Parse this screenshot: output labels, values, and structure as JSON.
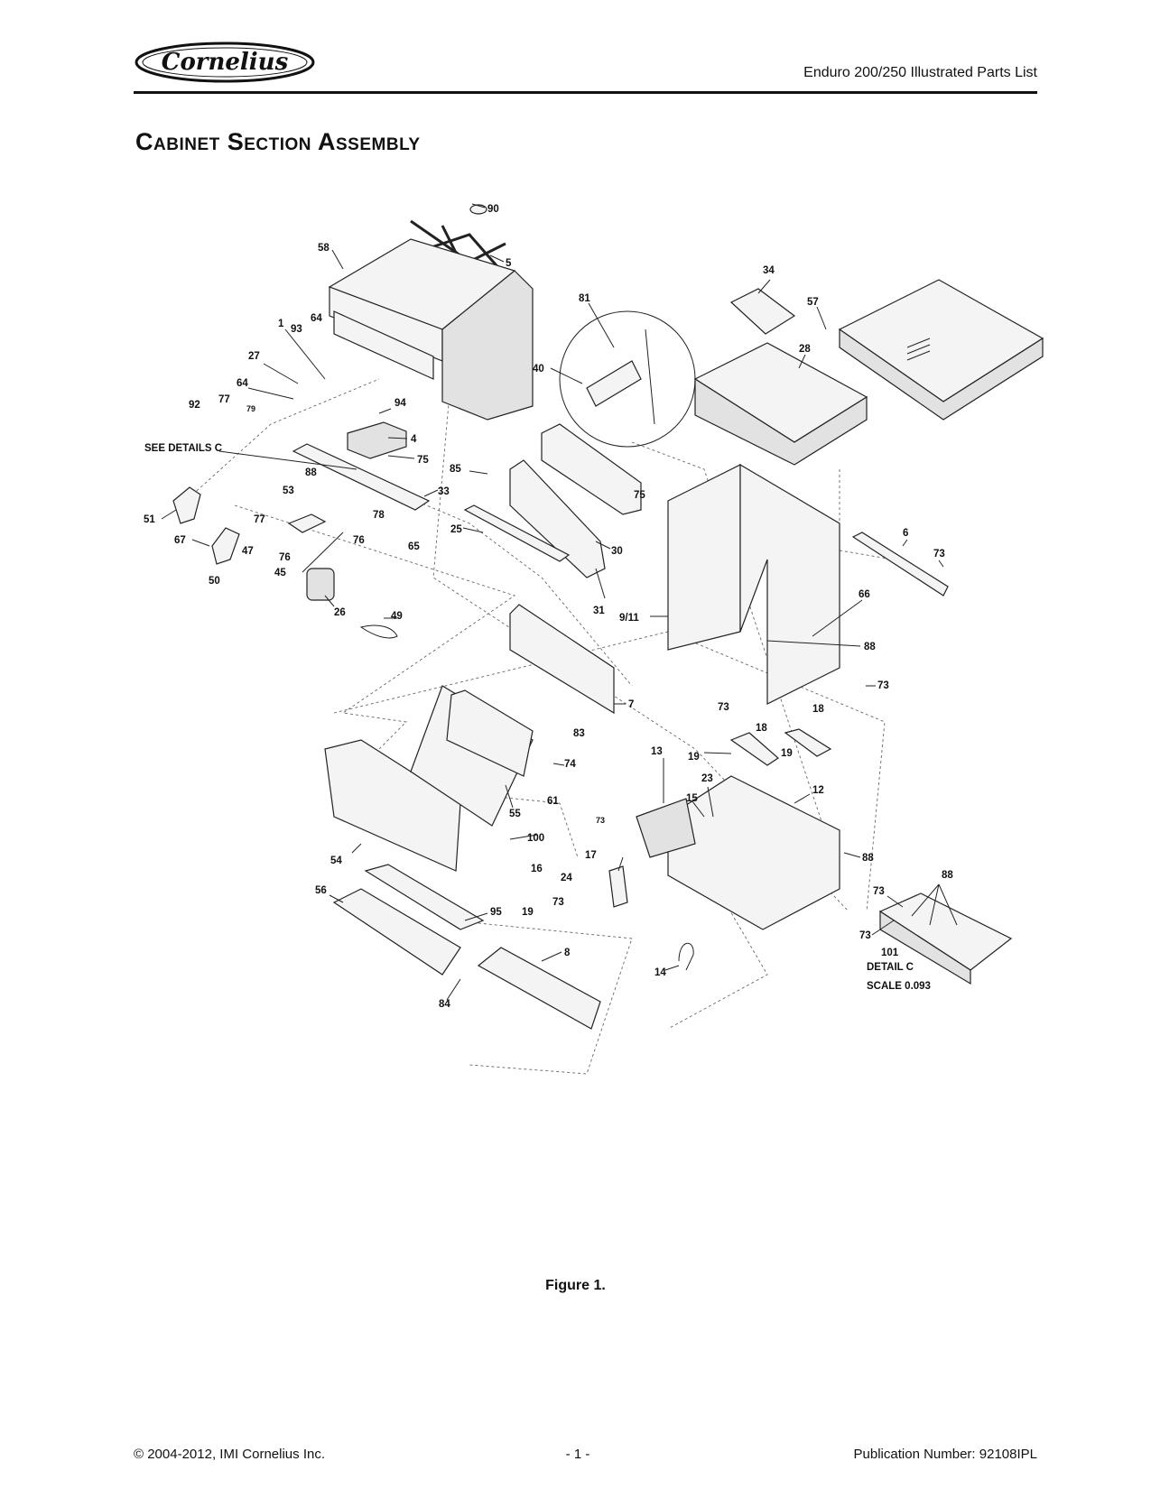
{
  "header": {
    "brand": "Cornelius",
    "doc_title": "Enduro 200/250 Illustrated Parts List"
  },
  "section_title": "Cabinet Section Assembly",
  "diagram": {
    "callouts": {
      "c90": "90",
      "c58": "58",
      "c5": "5",
      "c34": "34",
      "c81": "81",
      "c57": "57",
      "c1": "1",
      "c93": "93",
      "c64a": "64",
      "c28": "28",
      "c27": "27",
      "c40": "40",
      "c64b": "64",
      "c94": "94",
      "c92": "92",
      "c77a": "77",
      "c79": "79",
      "c4": "4",
      "c75a": "75",
      "c85": "85",
      "c75b": "75",
      "c88a": "88",
      "c33": "33",
      "c53": "53",
      "c51": "51",
      "c77b": "77",
      "c78": "78",
      "c25": "25",
      "c67": "67",
      "c47": "47",
      "c76a": "76",
      "c76b": "76",
      "c65": "65",
      "c30": "30",
      "c6": "6",
      "c73a": "73",
      "c45": "45",
      "c50": "50",
      "c31": "31",
      "c911": "9/11",
      "c66": "66",
      "c26": "26",
      "c49": "49",
      "c88b": "88",
      "c73b": "73",
      "c7": "7",
      "c83": "83",
      "c73c": "73",
      "c18a": "18",
      "c18b": "18",
      "c13": "13",
      "c19a": "19",
      "c19b": "19",
      "c74": "74",
      "c23": "23",
      "c12": "12",
      "c15": "15",
      "c61": "61",
      "c73d": "73",
      "c55": "55",
      "c100": "100",
      "c54": "54",
      "c16": "16",
      "c17": "17",
      "c88c": "88",
      "c88d": "88",
      "c24": "24",
      "c56": "56",
      "c95": "95",
      "c19c": "19",
      "c73e": "73",
      "c73f": "73",
      "c73g": "73",
      "c8": "8",
      "c101": "101",
      "c14": "14",
      "c84": "84"
    },
    "see_details": "SEE DETAILS C",
    "detail_title": "DETAIL C",
    "detail_scale": "SCALE 0.093"
  },
  "caption": "Figure 1.",
  "footer": {
    "copyright": "© 2004-2012, IMI Cornelius Inc.",
    "page": "- 1 -",
    "publication": "Publication Number: 92108IPL"
  }
}
